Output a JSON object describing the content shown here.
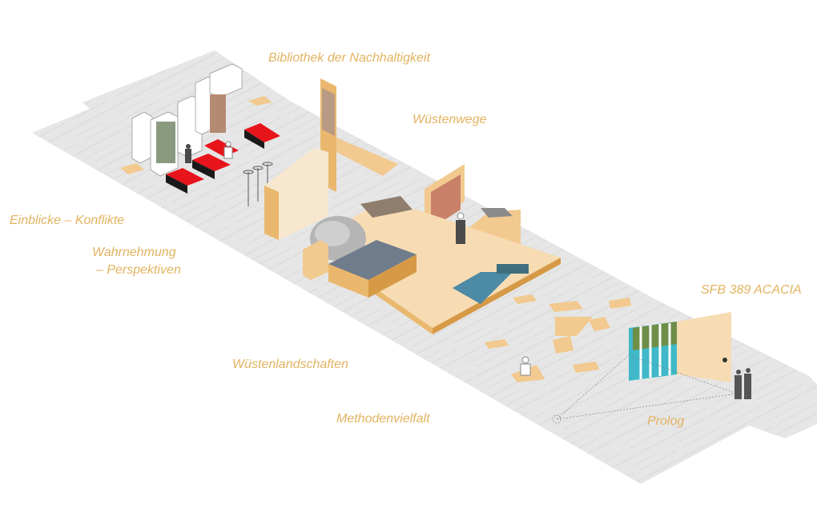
{
  "diagram": {
    "labels": {
      "bibliothek": "Bibliothek der Nachhaltigkeit",
      "wuestenwege": "Wüstenwege",
      "einblicke": "Einblicke – Konflikte",
      "wahrnehmung_1": "Wahrnehmung",
      "wahrnehmung_2": "– Perspektiven",
      "sfb": "SFB 389 ACACIA",
      "wuestenlandschaften": "Wüstenlandschaften",
      "methodenvielfalt": "Methodenvielfalt",
      "prolog": "Prolog"
    },
    "colors": {
      "label": "#e3b360",
      "floor": "#e6e6e6",
      "floor_grain": "#d4d4d4",
      "wood": "#f2c98f",
      "wood_dark": "#d69a47",
      "panel_front": "#e9b86e",
      "red_block": "#e8141b",
      "plinth_white": "#ffffff",
      "platform": "#f7dcb3"
    }
  }
}
